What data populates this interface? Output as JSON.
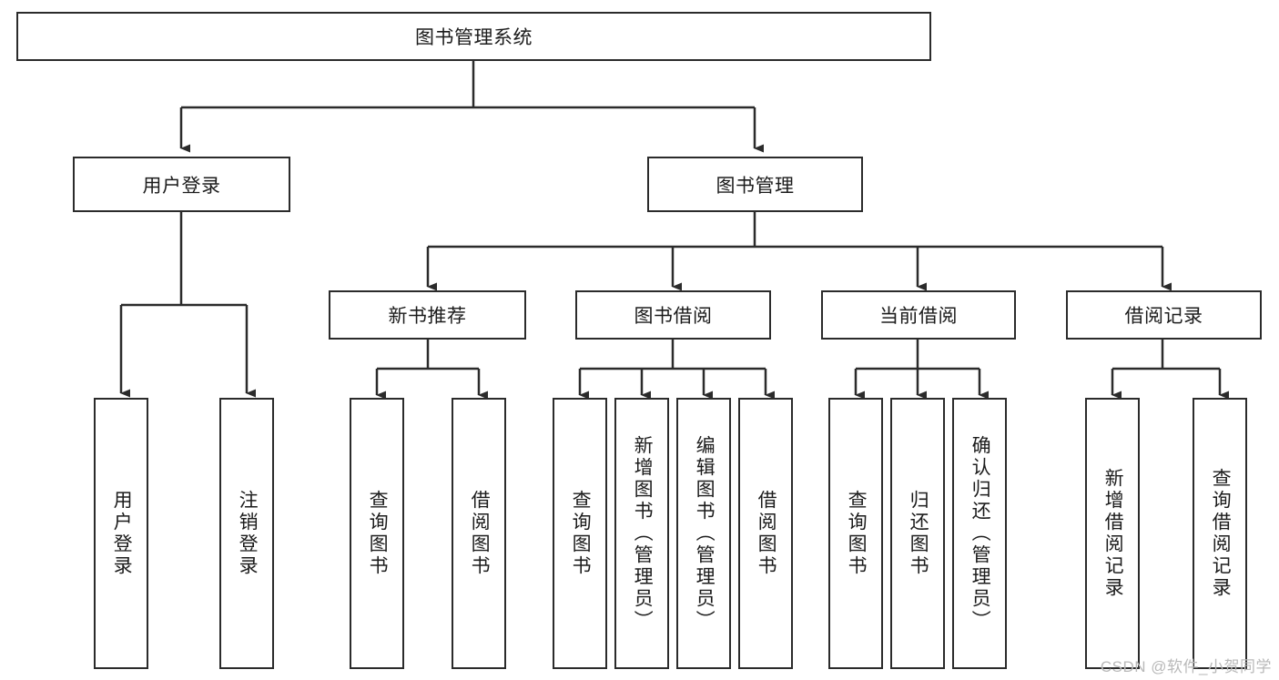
{
  "diagram": {
    "title": "图书管理系统",
    "type": "tree-hierarchy",
    "root": {
      "id": "root",
      "label": "图书管理系统",
      "orientation": "horizontal"
    },
    "level1": [
      {
        "id": "user-login",
        "label": "用户登录",
        "orientation": "horizontal"
      },
      {
        "id": "book-manage",
        "label": "图书管理",
        "orientation": "horizontal"
      }
    ],
    "level2": [
      {
        "id": "new-book-rec",
        "label": "新书推荐",
        "orientation": "horizontal",
        "parent": "book-manage"
      },
      {
        "id": "book-borrow",
        "label": "图书借阅",
        "orientation": "horizontal",
        "parent": "book-manage"
      },
      {
        "id": "current-borrow",
        "label": "当前借阅",
        "orientation": "horizontal",
        "parent": "book-manage"
      },
      {
        "id": "borrow-record",
        "label": "借阅记录",
        "orientation": "horizontal",
        "parent": "book-manage"
      }
    ],
    "leaves": [
      {
        "id": "leaf-user-login",
        "label": "用户登录",
        "orientation": "vertical",
        "parent": "user-login"
      },
      {
        "id": "leaf-user-logout",
        "label": "注销登录",
        "orientation": "vertical",
        "parent": "user-login"
      },
      {
        "id": "leaf-query-book-1",
        "label": "查询图书",
        "orientation": "vertical",
        "parent": "new-book-rec"
      },
      {
        "id": "leaf-borrow-book-1",
        "label": "借阅图书",
        "orientation": "vertical",
        "parent": "new-book-rec"
      },
      {
        "id": "leaf-query-book-2",
        "label": "查询图书",
        "orientation": "vertical",
        "parent": "book-borrow"
      },
      {
        "id": "leaf-add-book",
        "label": "新增图书（管理员）",
        "orientation": "vertical",
        "parent": "book-borrow"
      },
      {
        "id": "leaf-edit-book",
        "label": "编辑图书（管理员）",
        "orientation": "vertical",
        "parent": "book-borrow"
      },
      {
        "id": "leaf-borrow-book-2",
        "label": "借阅图书",
        "orientation": "vertical",
        "parent": "book-borrow"
      },
      {
        "id": "leaf-query-book-3",
        "label": "查询图书",
        "orientation": "vertical",
        "parent": "current-borrow"
      },
      {
        "id": "leaf-return-book",
        "label": "归还图书",
        "orientation": "vertical",
        "parent": "current-borrow"
      },
      {
        "id": "leaf-confirm-return",
        "label": "确认归还（管理员）",
        "orientation": "vertical",
        "parent": "current-borrow"
      },
      {
        "id": "leaf-add-record",
        "label": "新增借阅记录",
        "orientation": "vertical",
        "parent": "borrow-record"
      },
      {
        "id": "leaf-query-record",
        "label": "查询借阅记录",
        "orientation": "vertical",
        "parent": "borrow-record"
      }
    ]
  },
  "watermark": {
    "text": "CSDN @软件_小贺同学"
  },
  "colors": {
    "stroke": "#2b2b2b",
    "fill": "#ffffff",
    "text": "#1b1b1b",
    "watermark": "#b9b9b9"
  }
}
